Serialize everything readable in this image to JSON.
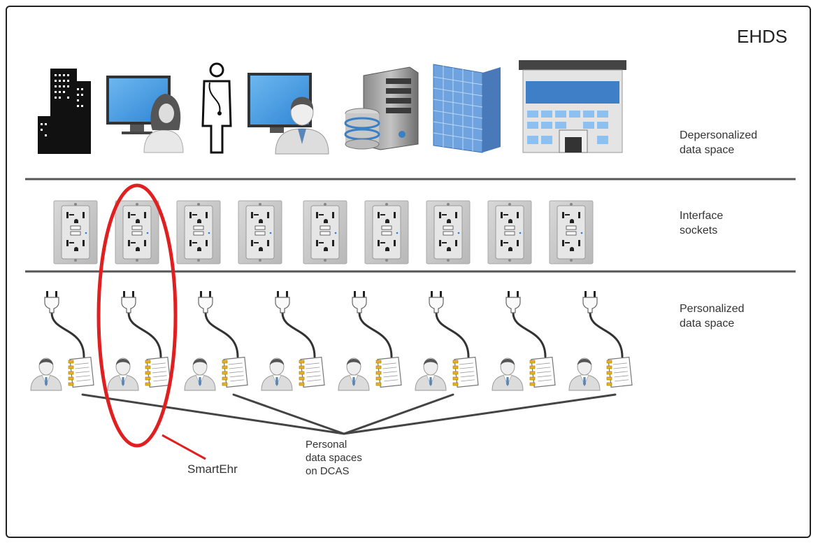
{
  "title": "EHDS",
  "layers": {
    "depersonalized": {
      "line1": "Depersonalized",
      "line2": "data space"
    },
    "sockets": {
      "line1": "Interface",
      "line2": "sockets"
    },
    "personalized": {
      "line1": "Personalized",
      "line2": "data space"
    }
  },
  "callouts": {
    "personal_spaces": {
      "line1": "Personal",
      "line2": "data spaces",
      "line3": "on DCAS"
    },
    "smartehr": "SmartEhr"
  },
  "top_icons": [
    "city-buildings-icon",
    "woman-at-monitor-icon",
    "doctor-icon",
    "man-at-monitor-icon",
    "database-server-icon",
    "office-tower-icon",
    "hospital-building-icon"
  ],
  "socket_count": 9,
  "person_count": 8,
  "colors": {
    "highlight": "#e02020",
    "divider": "#555555",
    "monitor": "#4a9fe0",
    "socket_plate": "#c9c9c9"
  }
}
